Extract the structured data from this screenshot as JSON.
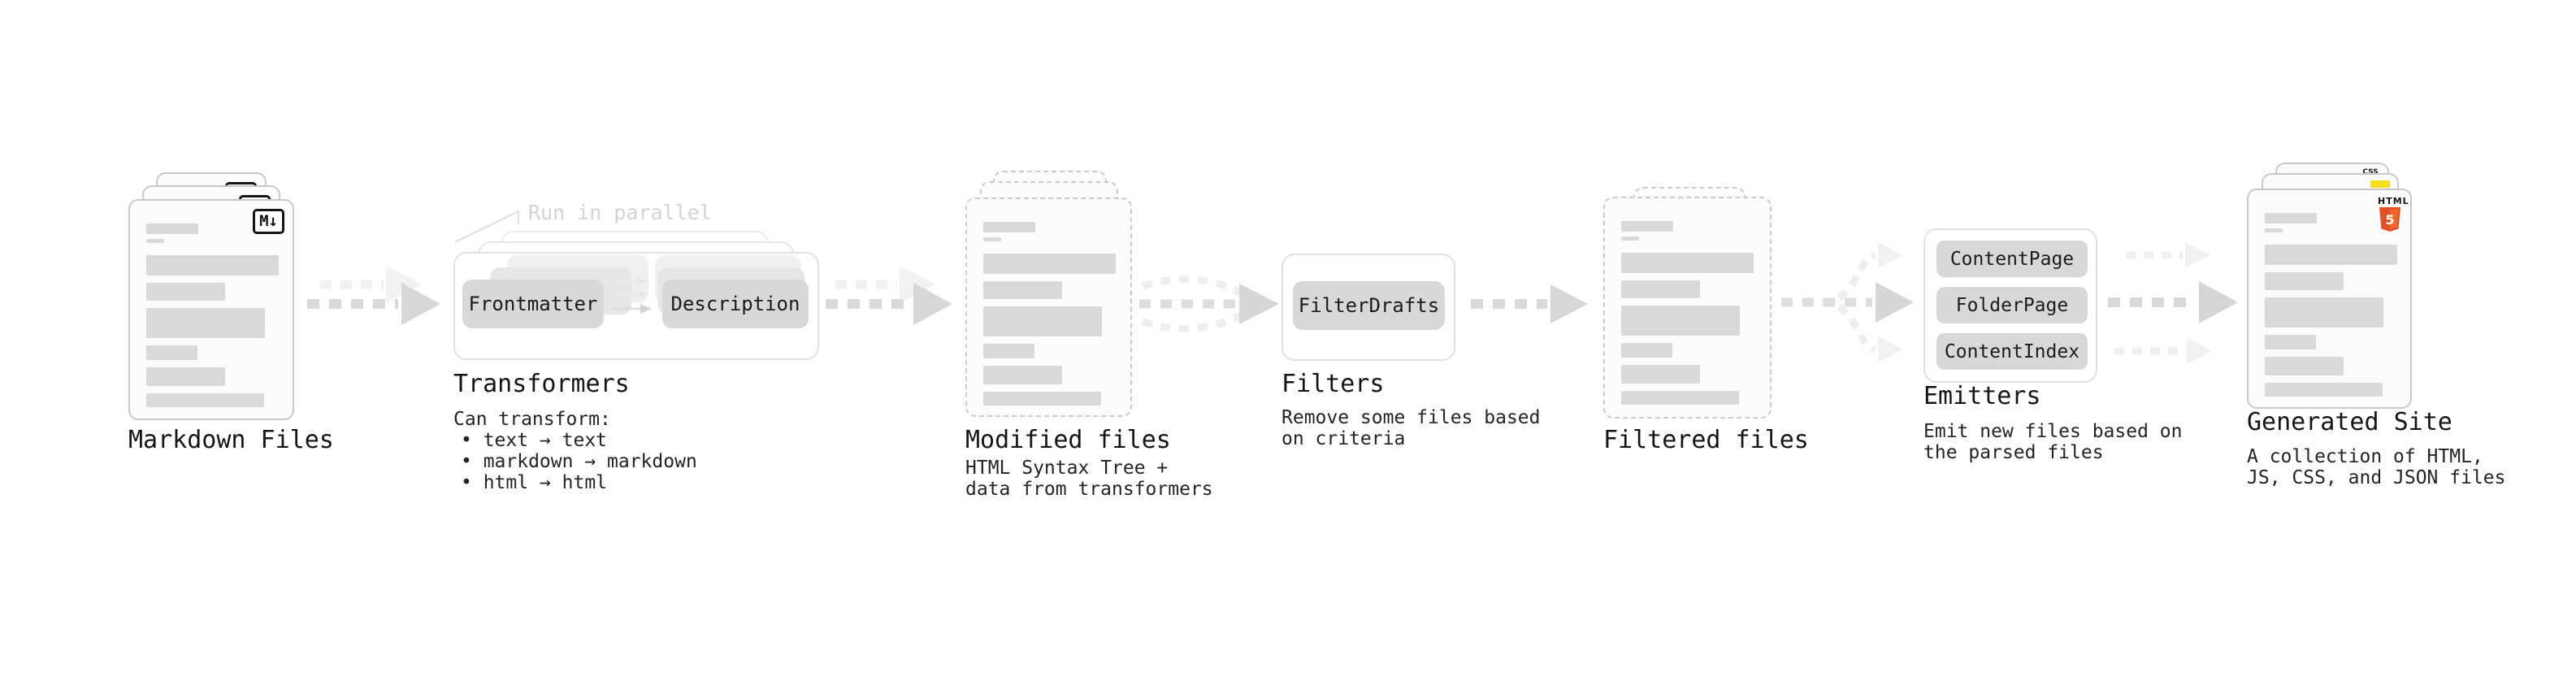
{
  "stages": {
    "markdown_files": {
      "label": "Markdown Files"
    },
    "transformers": {
      "label": "Transformers",
      "annotation": "Run in parallel",
      "pill_left": "Frontmatter",
      "pill_right": "Description",
      "desc_heading": "Can transform:",
      "bullets": [
        "• text → text",
        "• markdown → markdown",
        "• html → html"
      ]
    },
    "modified_files": {
      "label": "Modified files",
      "desc": [
        "HTML Syntax Tree +",
        "data from transformers"
      ]
    },
    "filters": {
      "label": "Filters",
      "pill": "FilterDrafts",
      "desc": [
        "Remove some files based",
        "on criteria"
      ]
    },
    "filtered_files": {
      "label": "Filtered files"
    },
    "emitters": {
      "label": "Emitters",
      "pills": [
        "ContentPage",
        "FolderPage",
        "ContentIndex"
      ],
      "desc": [
        "Emit new files based on",
        "the parsed files"
      ]
    },
    "generated_site": {
      "label": "Generated Site",
      "desc": [
        "A collection of HTML,",
        "JS, CSS, and JSON files"
      ]
    }
  },
  "badges": {
    "markdown": "M↓",
    "html5_word": "HTML",
    "html5_digit": "5",
    "css_word": "CSS"
  },
  "colors": {
    "html5_orange": "#e34f26",
    "js_yellow": "#f7df1e",
    "css_blue": "#2b66f6",
    "arrow_gray": "#d7d7d7",
    "annotation_gray": "#d4d4d4"
  }
}
